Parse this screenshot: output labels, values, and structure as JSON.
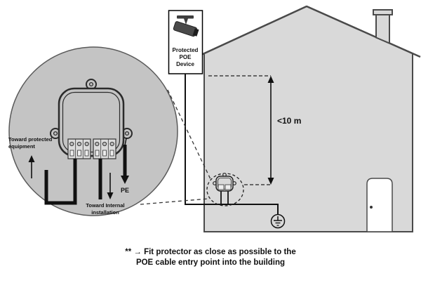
{
  "title": "POE surge protector installation diagram",
  "camera": {
    "label_lines": [
      "Protected",
      "POE",
      "Device"
    ]
  },
  "measurement": {
    "distance_label": "<10 m"
  },
  "detail": {
    "toward_protected": [
      "Toward protected",
      "equipment"
    ],
    "toward_internal": [
      "Toward Internal",
      "installation"
    ],
    "pe_label": "PE"
  },
  "caption": {
    "lines": [
      "** → Fit protector as close as possible to the",
      "POE cable entry point into the building"
    ]
  },
  "colors": {
    "house_fill": "#d9d9d9",
    "magnifier_fill": "#c4c4c4",
    "line": "#1a1a1a",
    "outline": "#4a4a4a"
  }
}
